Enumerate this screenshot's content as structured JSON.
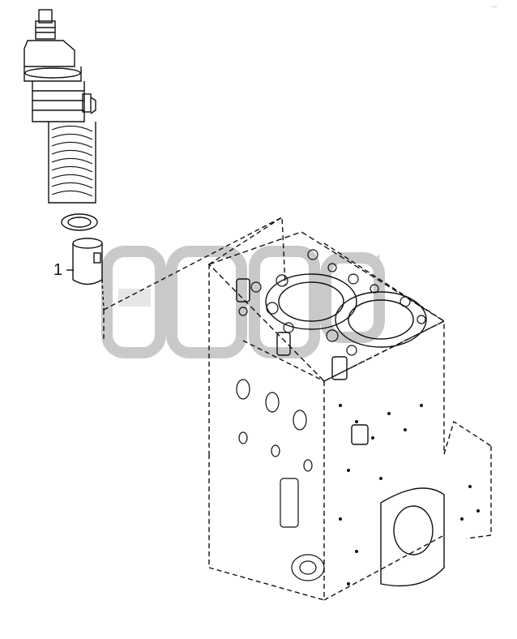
{
  "diagram": {
    "callouts": [
      {
        "id": "1",
        "label": "1"
      }
    ],
    "watermark": {
      "trademark": "TM",
      "color": "#c9c9c9"
    },
    "corner_mark": "—",
    "line_color": "#111111",
    "background": "#ffffff"
  }
}
